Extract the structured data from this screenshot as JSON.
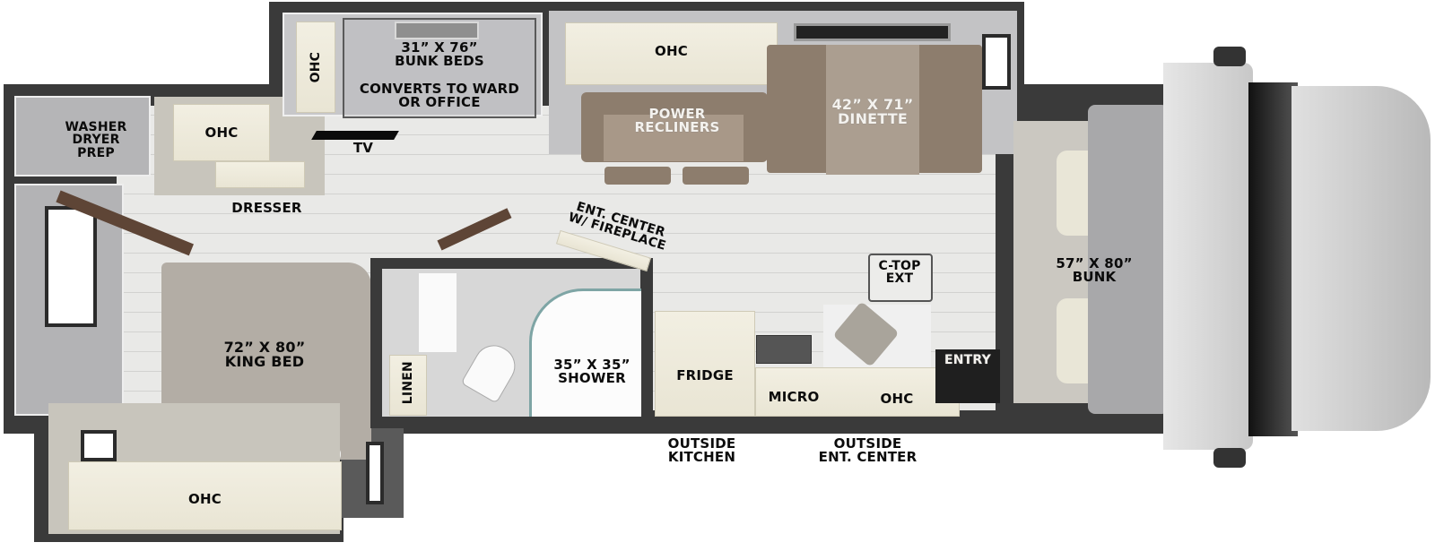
{
  "floorplan": {
    "rooms": {
      "washer": {
        "lines": [
          "WASHER",
          "DRYER",
          "PREP"
        ]
      },
      "bedroom_ohc": {
        "label": "OHC"
      },
      "dresser": {
        "label": "DRESSER"
      },
      "tv": {
        "label": "TV"
      },
      "bunk_room": {
        "ohc": "OHC",
        "size": "31” X 76”",
        "name": "BUNK BEDS",
        "note1": "CONVERTS TO WARD",
        "note2": "OR OFFICE"
      },
      "living_ohc": {
        "label": "OHC"
      },
      "recliners": {
        "line1": "POWER",
        "line2": "RECLINERS"
      },
      "dinette": {
        "size": "42” X 71”",
        "name": "DINETTE"
      },
      "ent_center": {
        "line1": "ENT. CENTER",
        "line2": "W/ FIREPLACE"
      },
      "ctop": {
        "line1": "C-TOP",
        "line2": "EXT"
      },
      "cab_bunk": {
        "size": "57” X 80”",
        "name": "BUNK"
      },
      "king_bed": {
        "size": "72” X 80”",
        "name": "KING BED"
      },
      "rear_ohc": {
        "label": "OHC"
      },
      "linen": {
        "label": "LINEN"
      },
      "shower": {
        "size": "35” X 35”",
        "name": "SHOWER"
      },
      "fridge": {
        "label": "FRIDGE"
      },
      "micro": {
        "label": "MICRO"
      },
      "kitchen_ohc": {
        "label": "OHC"
      },
      "entry": {
        "label": "ENTRY"
      }
    },
    "exterior": {
      "outside_kitchen": {
        "line1": "OUTSIDE",
        "line2": "KITCHEN"
      },
      "outside_ent": {
        "line1": "OUTSIDE",
        "line2": "ENT. CENTER"
      }
    },
    "colors": {
      "wall": "#3a3a3a",
      "floor": "#e9e9e7",
      "cabinet": "#efecdd",
      "room_gray": "#b9b9bb",
      "sofa": "#8d7d6d",
      "bed": "#b3ada5",
      "cab_body": "#cfcfcf"
    }
  }
}
